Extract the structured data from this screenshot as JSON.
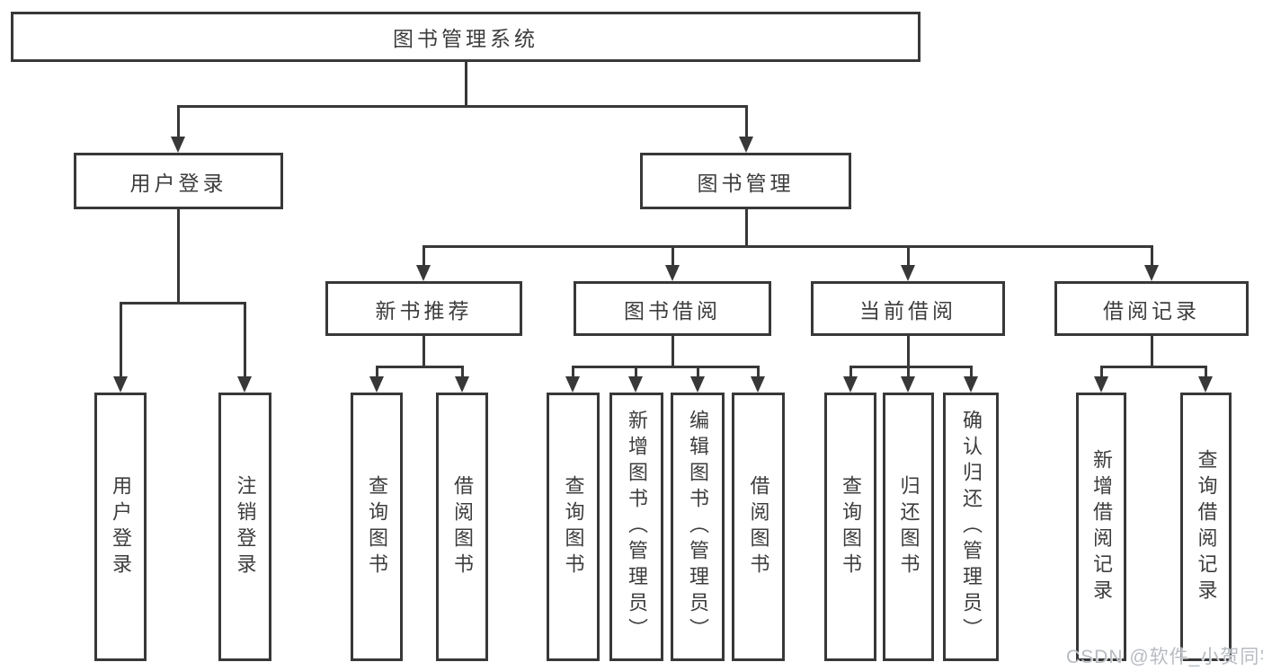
{
  "diagram": {
    "watermark": "CSDN @软件_小贺同学",
    "colors": {
      "line": "#383838",
      "text": "#3d3d3d",
      "watermark": "#b7bbc1",
      "background": "#ffffff"
    },
    "tree": {
      "label": "图书管理系统",
      "children": [
        {
          "label": "用户登录",
          "children": [
            {
              "label": "用户登录"
            },
            {
              "label": "注销登录"
            }
          ]
        },
        {
          "label": "图书管理",
          "children": [
            {
              "label": "新书推荐",
              "children": [
                {
                  "label": "查询图书"
                },
                {
                  "label": "借阅图书"
                }
              ]
            },
            {
              "label": "图书借阅",
              "children": [
                {
                  "label": "查询图书"
                },
                {
                  "label": "新增图书（管理员）"
                },
                {
                  "label": "编辑图书（管理员）"
                },
                {
                  "label": "借阅图书"
                }
              ]
            },
            {
              "label": "当前借阅",
              "children": [
                {
                  "label": "查询图书"
                },
                {
                  "label": "归还图书"
                },
                {
                  "label": "确认归还（管理员）"
                }
              ]
            },
            {
              "label": "借阅记录",
              "children": [
                {
                  "label": "新增借阅记录"
                },
                {
                  "label": "查询借阅记录"
                }
              ]
            }
          ]
        }
      ]
    }
  }
}
